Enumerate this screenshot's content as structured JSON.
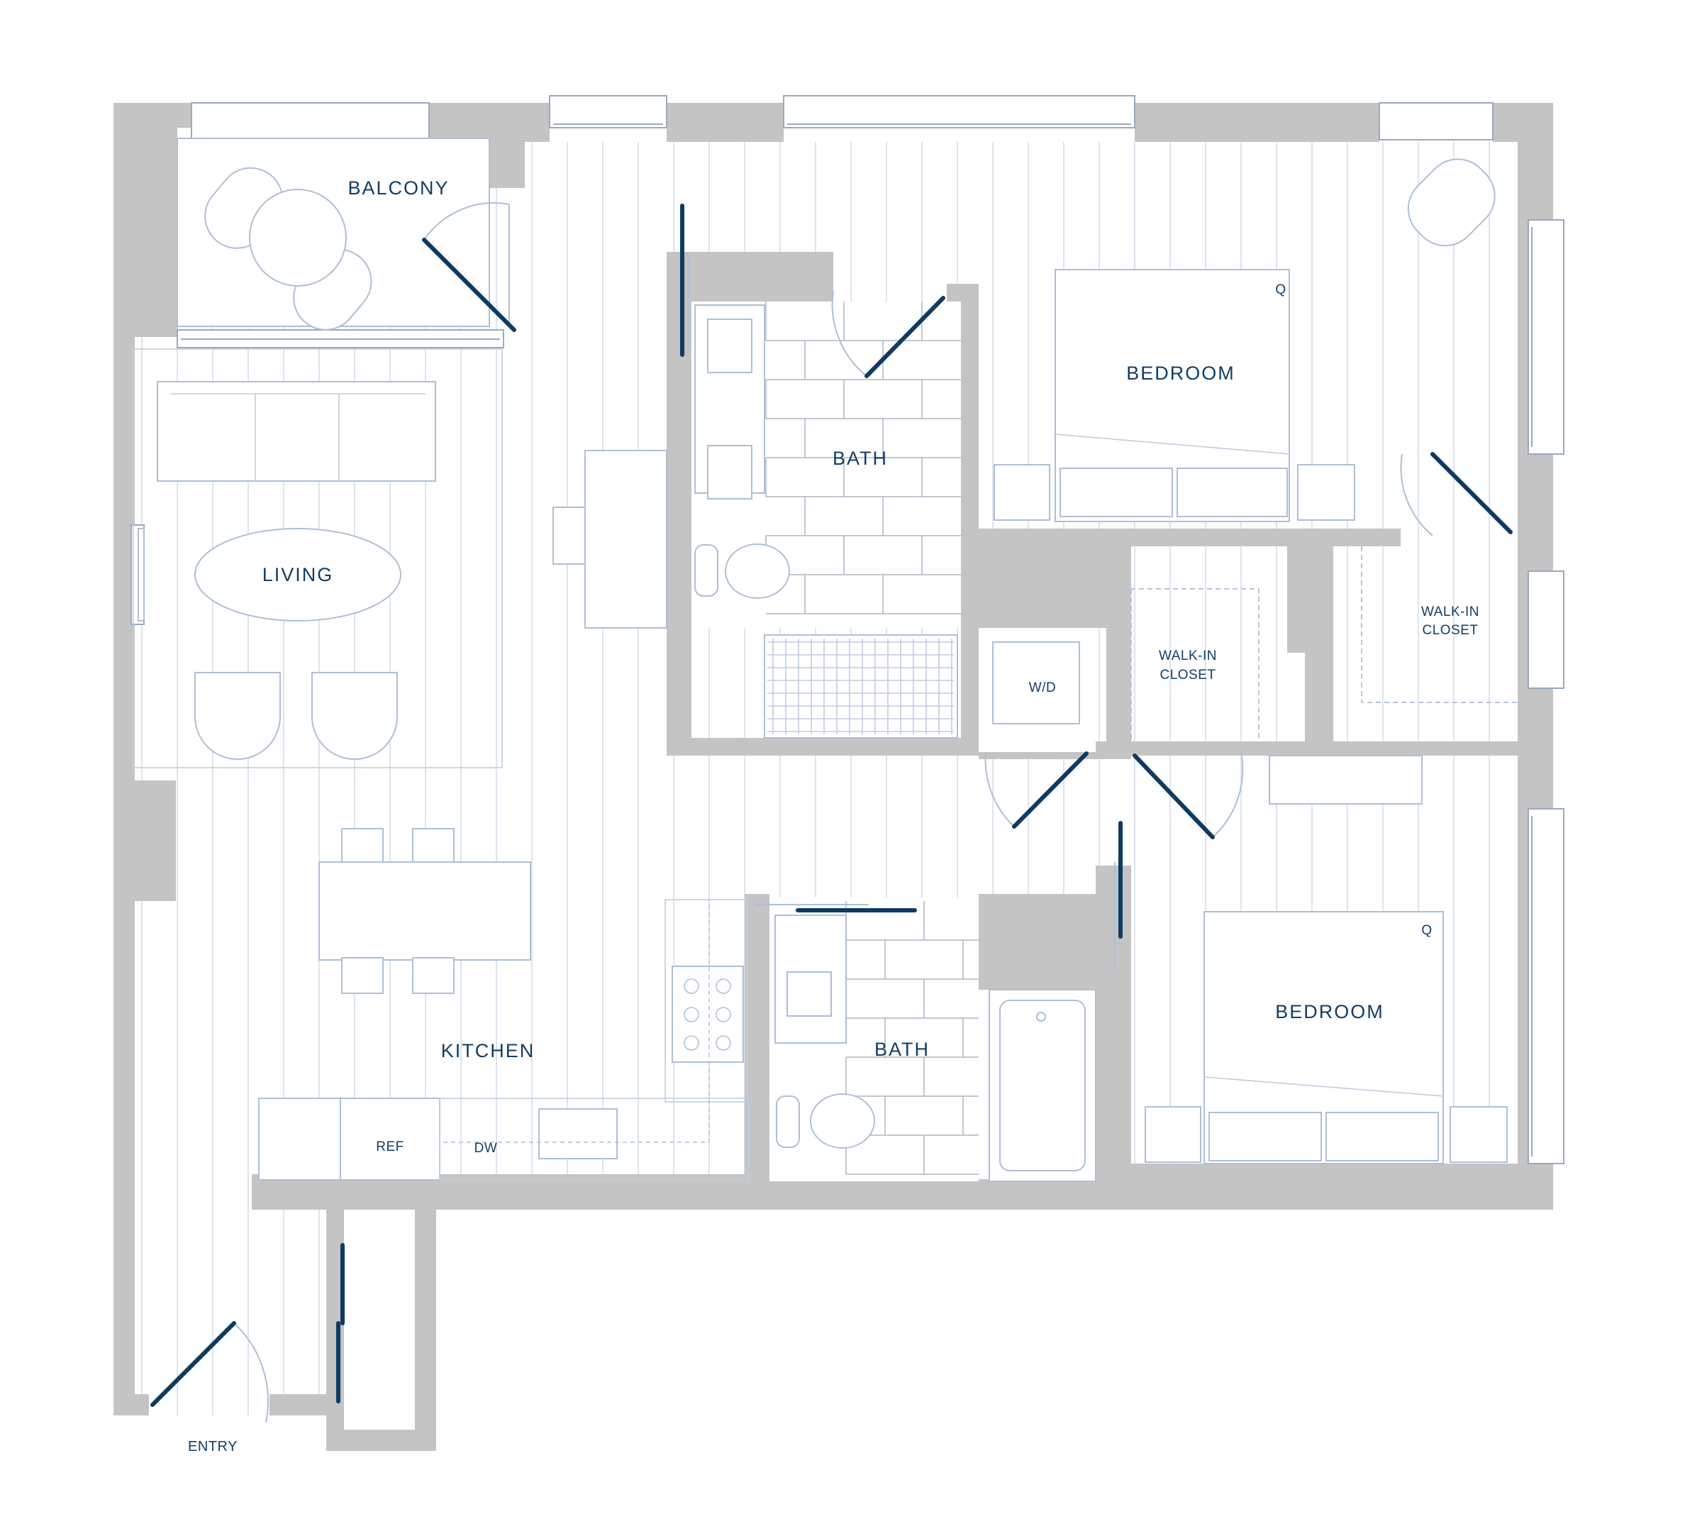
{
  "plan": {
    "labels": {
      "balcony": "BALCONY",
      "living": "LIVING",
      "kitchen": "KITCHEN",
      "entry": "ENTRY",
      "bath_1": "BATH",
      "bath_2": "BATH",
      "bedroom_1": "BEDROOM",
      "bedroom_2": "BEDROOM",
      "walk_in_closet_1_line1": "WALK-IN",
      "walk_in_closet_1_line2": "CLOSET",
      "walk_in_closet_2_line1": "WALK-IN",
      "walk_in_closet_2_line2": "CLOSET",
      "washer_dryer": "W/D",
      "refrigerator": "REF",
      "dishwasher": "DW",
      "bed_size_1": "Q",
      "bed_size_2": "Q"
    },
    "colors": {
      "wall": "#c4c4c4",
      "door": "#0f3a61",
      "label": "#123e64",
      "fixture": "#aebfd6",
      "floor": "#c9d3e2"
    }
  }
}
